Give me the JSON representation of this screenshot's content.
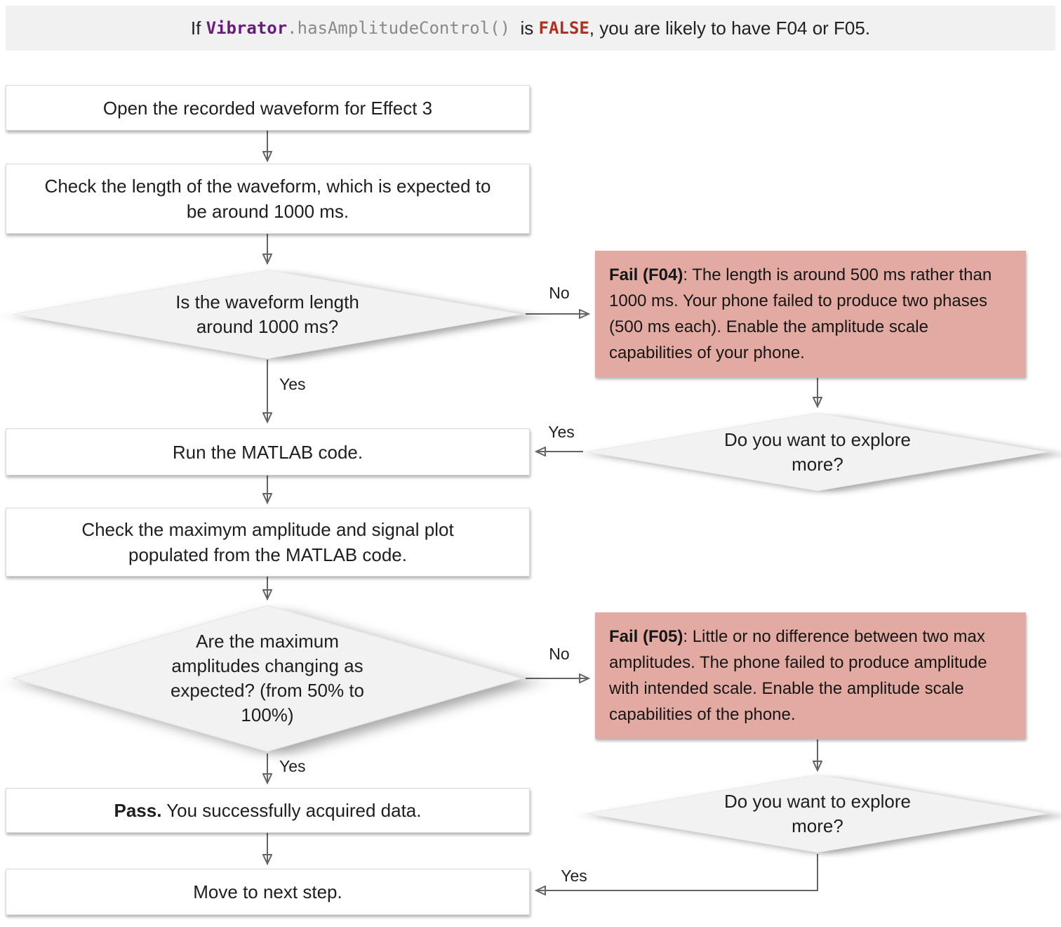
{
  "banner": {
    "prefix": "If ",
    "code_object": "Vibrator",
    "code_method": ".hasAmplitudeControl()",
    "connector": "  is ",
    "keyword": "FALSE",
    "suffix": ", you are likely to have F04 or F05."
  },
  "labels": {
    "yes": "Yes",
    "no": "No"
  },
  "nodes": {
    "open_waveform": {
      "text": "Open the recorded waveform for Effect 3"
    },
    "check_length": {
      "text": "Check the length of the waveform, which is expected to be around 1000 ms."
    },
    "length_decision": {
      "text": "Is the waveform length around 1000 ms?"
    },
    "fail_f04": {
      "label": "Fail (F04)",
      "text": ": The length is around 500 ms rather than 1000 ms. Your phone failed to produce two phases (500 ms each). Enable the amplitude scale capabilities of your phone."
    },
    "explore_more_1": {
      "text": "Do you want to explore more?"
    },
    "run_matlab": {
      "text": "Run the MATLAB code."
    },
    "check_amplitude": {
      "text": "Check the maximym amplitude and signal plot populated from the MATLAB code."
    },
    "amplitude_decision": {
      "text": "Are the maximum amplitudes changing as expected? (from 50% to 100%)"
    },
    "fail_f05": {
      "label": "Fail (F05)",
      "text": ": Little or no difference between two max amplitudes. The phone failed to produce amplitude with intended scale. Enable the amplitude scale capabilities of the phone."
    },
    "pass": {
      "label": "Pass.",
      "text": " You successfully acquired data."
    },
    "explore_more_2": {
      "text": "Do you want to explore more?"
    },
    "move_next": {
      "text": "Move to next step."
    }
  },
  "colors": {
    "banner_bg": "#f1f1f1",
    "code_purple": "#681b7c",
    "code_gray": "#87898c",
    "keyword_red": "#b03020",
    "fail_bg": "#e3aaa2",
    "diamond_bg": "#f2f2f2",
    "arrow_gray": "#646464"
  }
}
